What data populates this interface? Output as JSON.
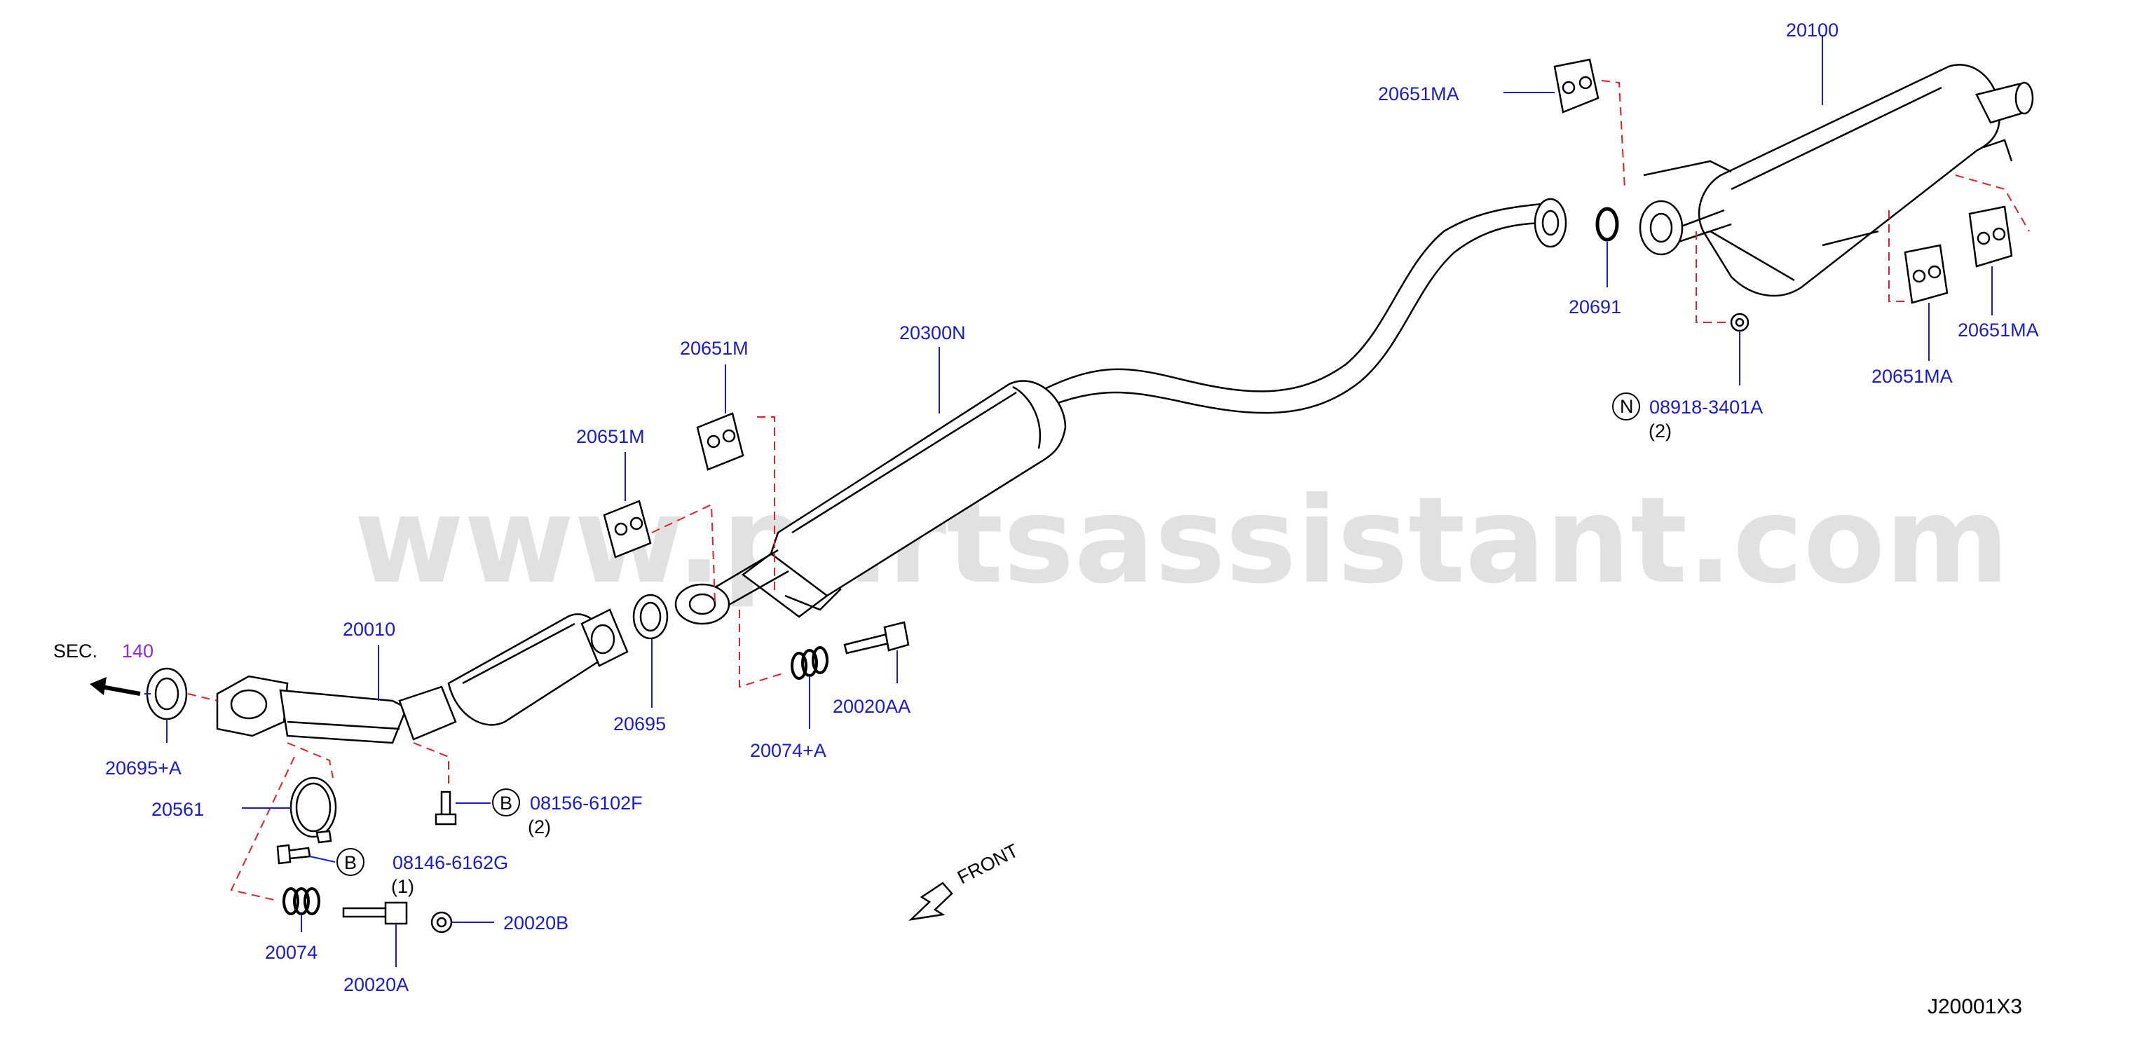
{
  "watermark": "www.partsassistant.com",
  "diagram_code": "J20001X3",
  "front_label": "FRONT",
  "sec_ref": {
    "prefix": "SEC.",
    "number": "140"
  },
  "callouts": {
    "p20100": "20100",
    "p20651MA_top": "20651MA",
    "p20651MA_right": "20651MA",
    "p20651MA_mid": "20651MA",
    "p20691": "20691",
    "p08918": "08918-3401A",
    "p08918_qty": "(2)",
    "p08918_badge": "N",
    "p20300N": "20300N",
    "p20651M_a": "20651M",
    "p20651M_b": "20651M",
    "p20010": "20010",
    "p20695": "20695",
    "p20695A": "20695+A",
    "p20074A": "20074+A",
    "p20020AA": "20020AA",
    "p08156": "08156-6102F",
    "p08156_qty": "(2)",
    "p08156_badge": "B",
    "p20561": "20561",
    "p08146": "08146-6162G",
    "p08146_qty": "(1)",
    "p08146_badge": "B",
    "p20074": "20074",
    "p20020A": "20020A",
    "p20020B": "20020B"
  }
}
